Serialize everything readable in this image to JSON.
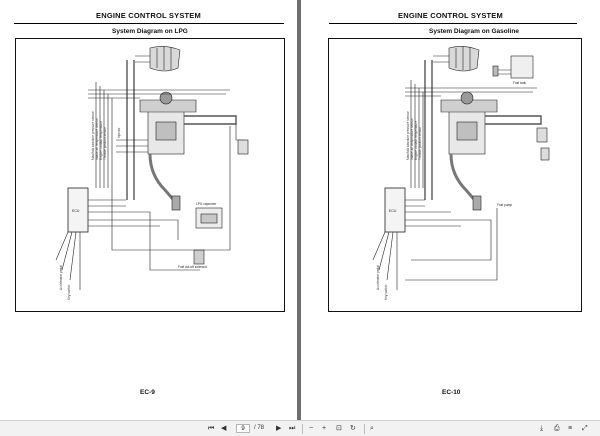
{
  "pages": [
    {
      "header": "ENGINE CONTROL SYSTEM",
      "subtitle": "System Diagram on LPG",
      "page_label": "EC-9",
      "ecu_label": "ECU",
      "box_labels": [
        "LPG vaporizer",
        "Fuel cut-off solenoid"
      ]
    },
    {
      "header": "ENGINE CONTROL SYSTEM",
      "subtitle": "System Diagram on Gasoline",
      "page_label": "EC-10",
      "ecu_label": "ECU",
      "box_labels": [
        "Fuel tank",
        "Fuel pump"
      ]
    }
  ],
  "toolbar": {
    "page_current": "9",
    "page_total": "/ 78",
    "zoom_out_label": "−",
    "zoom_in_label": "+"
  },
  "colors": {
    "viewer_bg": "#8a8a8a",
    "toolbar_bg": "#f2f2f2",
    "ink": "#111111"
  }
}
